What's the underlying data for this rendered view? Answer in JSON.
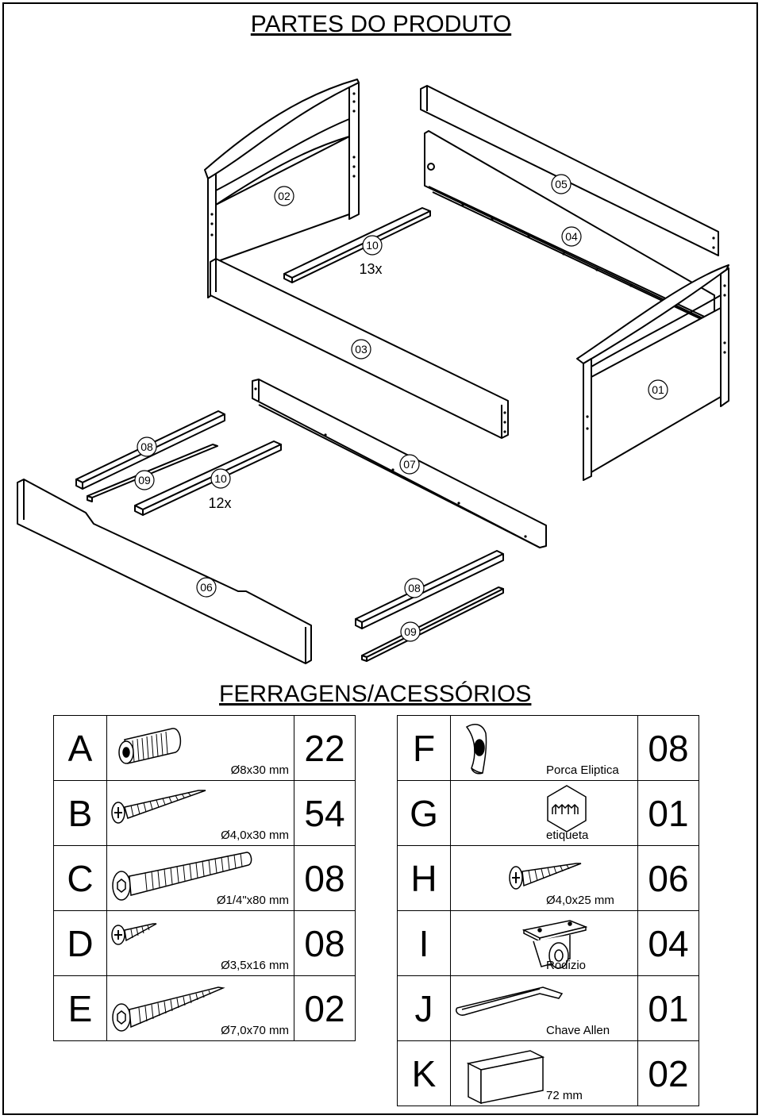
{
  "page": {
    "title": "PARTES DO PRODUTO",
    "hardware_title": "FERRAGENS/ACESSÓRIOS"
  },
  "part_labels": [
    "02",
    "05",
    "04",
    "10",
    "13x",
    "03",
    "01",
    "08",
    "09",
    "10",
    "12x",
    "07",
    "06",
    "08",
    "09"
  ],
  "hardware_left": [
    {
      "letter": "A",
      "spec": "Ø8x30 mm",
      "qty": "22",
      "icon": "wood-dowel-icon"
    },
    {
      "letter": "B",
      "spec": "Ø4,0x30 mm",
      "qty": "54",
      "icon": "screw-icon"
    },
    {
      "letter": "C",
      "spec": "Ø1/4\"x80 mm",
      "qty": "08",
      "icon": "allen-bolt-icon"
    },
    {
      "letter": "D",
      "spec": "Ø3,5x16 mm",
      "qty": "08",
      "icon": "small-screw-icon"
    },
    {
      "letter": "E",
      "spec": "Ø7,0x70 mm",
      "qty": "02",
      "icon": "long-bolt-icon"
    }
  ],
  "hardware_right": [
    {
      "letter": "F",
      "spec": "Porca Eliptica",
      "qty": "08",
      "icon": "elliptic-nut-icon"
    },
    {
      "letter": "G",
      "spec": "etiqueta",
      "qty": "01",
      "icon": "label-tag-icon"
    },
    {
      "letter": "H",
      "spec": "Ø4,0x25 mm",
      "qty": "06",
      "icon": "screw-icon"
    },
    {
      "letter": "I",
      "spec": "Rodizio",
      "qty": "04",
      "icon": "caster-wheel-icon"
    },
    {
      "letter": "J",
      "spec": "Chave Allen",
      "qty": "01",
      "icon": "allen-key-icon"
    },
    {
      "letter": "K",
      "spec": "72 mm",
      "qty": "02",
      "icon": "wood-block-icon"
    }
  ]
}
